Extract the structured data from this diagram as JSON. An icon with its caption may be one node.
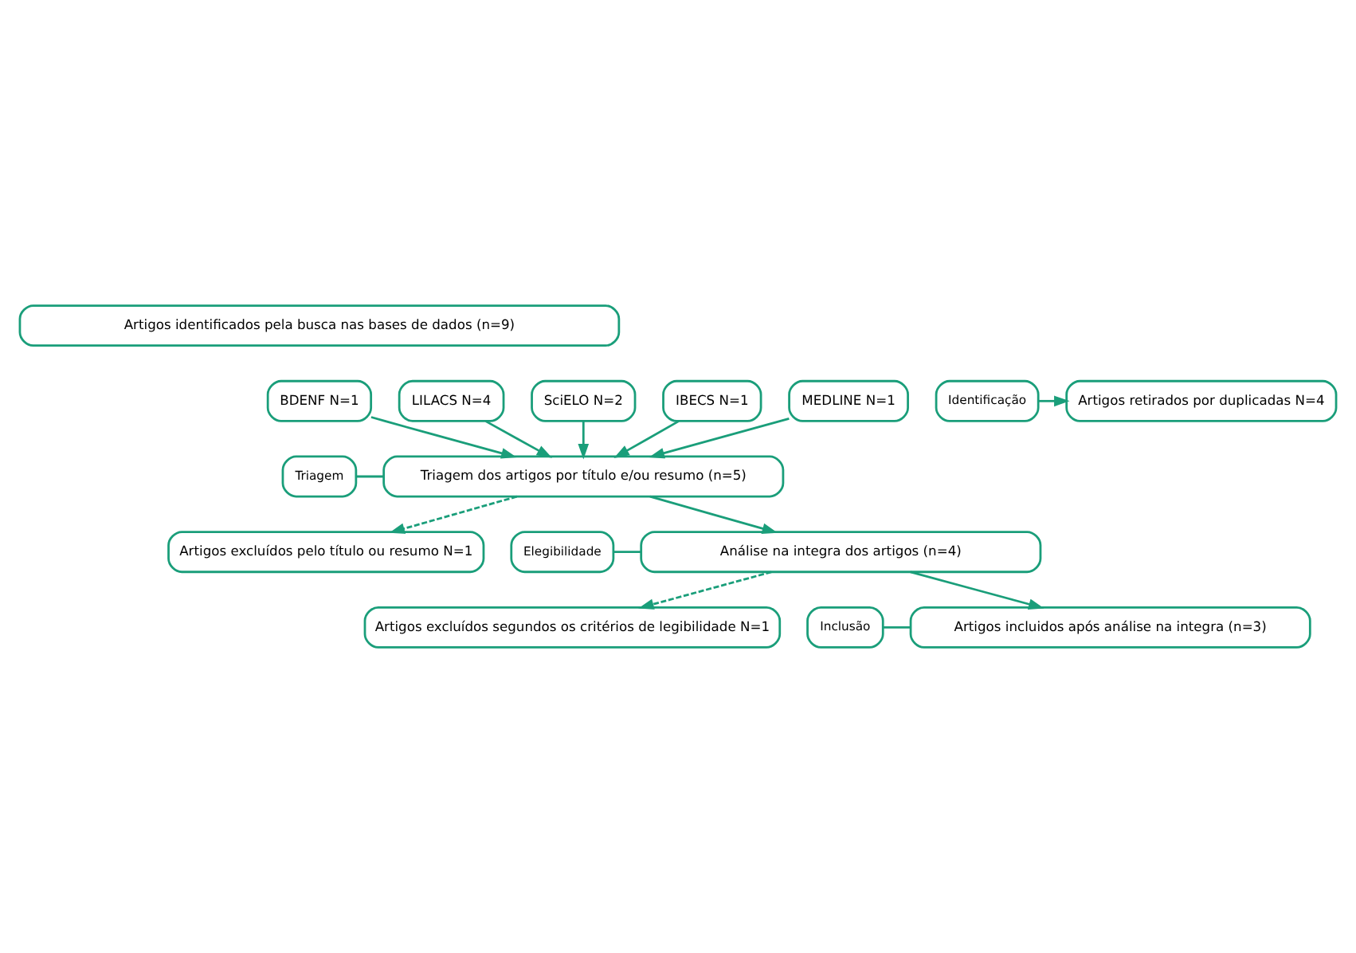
{
  "diagram": {
    "nodes": [
      {
        "text": [
          "Artigos identificados pela busca nas bases de dados (n=9)"
        ]
      },
      {
        "text": [
          "Identificação"
        ]
      },
      {
        "text": [
          "LILACS N=4"
        ]
      },
      {
        "text": [
          "SciELO N=2"
        ]
      },
      {
        "text": [
          "BDENF N=1"
        ]
      },
      {
        "text": [
          "IBECS N=1"
        ]
      },
      {
        "text": [
          "MEDLINE N=1"
        ]
      },
      {
        "text": [
          "Artigos retirados por duplicadas N=4"
        ]
      },
      {
        "text": [
          "Triagem"
        ]
      },
      {
        "text": [
          "Triagem dos artigos por título e/ou resumo (n=5)"
        ]
      },
      {
        "text": [
          "Artigos excluídos pelo título ou resumo N=1"
        ]
      },
      {
        "text": [
          "Elegibilidade"
        ]
      },
      {
        "text": [
          "Análise na integra dos artigos (n=4)"
        ]
      },
      {
        "text": [
          "Artigos excluídos segundos os critérios de legibilidade N=1"
        ]
      },
      {
        "text": [
          "Inclusão"
        ]
      },
      {
        "text": [
          "Artigos incluidos após análise na integra (n=3)"
        ]
      }
    ],
    "edges": [
      {
        "from": 1,
        "to": 7,
        "arrow": "to"
      },
      {
        "from": 2,
        "to": 9,
        "arrow": "to"
      },
      {
        "from": 3,
        "to": 9,
        "arrow": "to"
      },
      {
        "from": 4,
        "to": 9,
        "arrow": "to"
      },
      {
        "from": 5,
        "to": 9,
        "arrow": "to"
      },
      {
        "from": 6,
        "to": 9,
        "arrow": "to"
      },
      {
        "from": 8,
        "to": 9,
        "arrow": "none"
      },
      {
        "from": 9,
        "to": 10,
        "arrow": "to",
        "style": "dashed"
      },
      {
        "from": 9,
        "to": 12,
        "arrow": "to"
      },
      {
        "from": 11,
        "to": 12,
        "arrow": "none"
      },
      {
        "from": 12,
        "to": 13,
        "arrow": "to",
        "style": "dashed"
      },
      {
        "from": 12,
        "to": 15,
        "arrow": "to"
      },
      {
        "from": 14,
        "to": 15,
        "arrow": "none"
      }
    ]
  }
}
